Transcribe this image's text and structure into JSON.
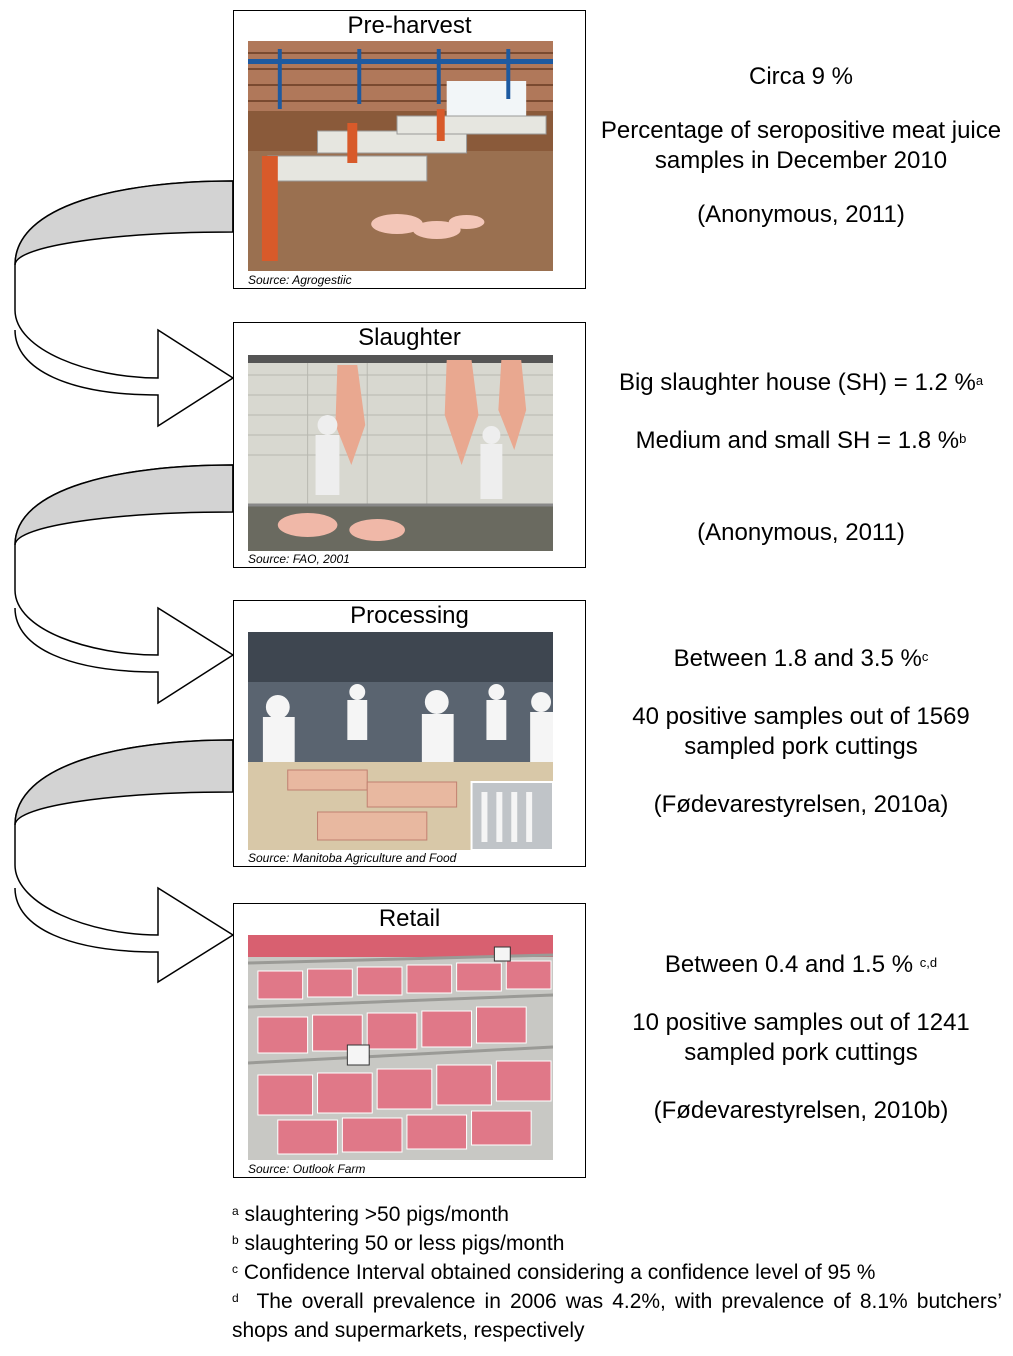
{
  "stages": [
    {
      "title": "Pre-harvest",
      "source": "Source: Agrogestiic",
      "info": [
        {
          "text": "Circa 9 %",
          "sup": ""
        },
        {
          "text": "Percentage of seropositive meat juice samples in December 2010",
          "sup": ""
        },
        {
          "text": "(Anonymous, 2011)",
          "sup": ""
        }
      ]
    },
    {
      "title": "Slaughter",
      "source": "Source: FAO, 2001",
      "info": [
        {
          "text": "Big slaughter house (SH) = 1.2 %",
          "sup": "a"
        },
        {
          "text": "Medium and small SH = 1.8 %",
          "sup": "b"
        },
        {
          "text": "(Anonymous, 2011)",
          "sup": ""
        }
      ]
    },
    {
      "title": "Processing",
      "source": "Source: Manitoba Agriculture and Food",
      "info": [
        {
          "text": "Between 1.8 and 3.5 %",
          "sup": "c"
        },
        {
          "text": "40 positive samples out of 1569 sampled pork cuttings",
          "sup": ""
        },
        {
          "text": "(Fødevarestyrelsen, 2010a)",
          "sup": ""
        }
      ]
    },
    {
      "title": "Retail",
      "source": "Source: Outlook Farm",
      "info": [
        {
          "text": "Between 0.4 and 1.5 % ",
          "sup": "c,d"
        },
        {
          "text": "10 positive samples out of 1241 sampled pork cuttings",
          "sup": ""
        },
        {
          "text": "(Fødevarestyrelsen, 2010b)",
          "sup": ""
        }
      ]
    }
  ],
  "footnotes": [
    {
      "mark": "a",
      "text": "slaughtering >50 pigs/month"
    },
    {
      "mark": "b",
      "text": "slaughtering 50 or less pigs/month"
    },
    {
      "mark": "c",
      "text": "Confidence Interval obtained considering a confidence level of 95 %"
    },
    {
      "mark": "d",
      "text": "The overall prevalence in 2006 was 4.2%, with prevalence of 8.1% butchers’ shops and supermarkets, respectively"
    }
  ],
  "colors": {
    "arrow_fill": "#d3d3d3",
    "border": "#000000"
  }
}
